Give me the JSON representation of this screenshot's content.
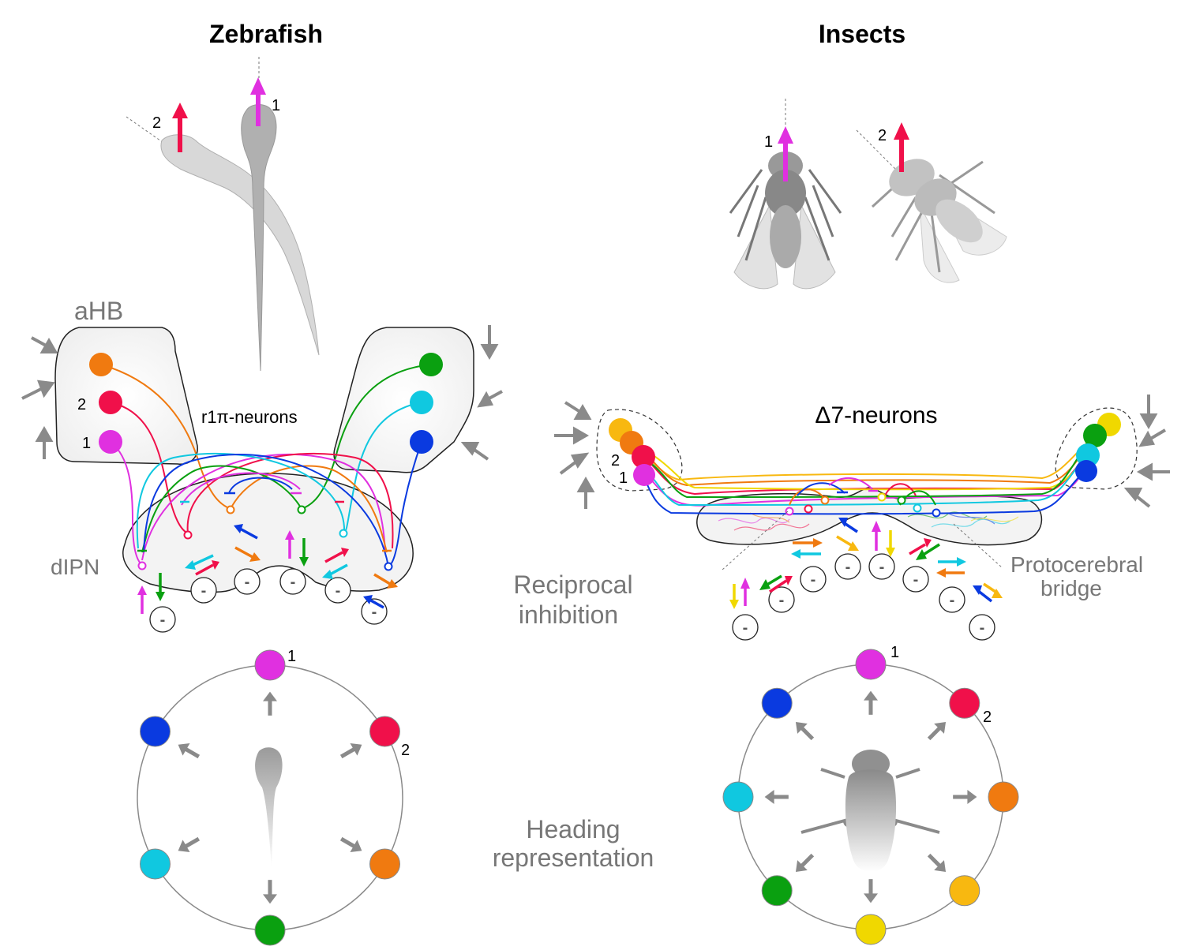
{
  "titles": {
    "left": "Zebrafish",
    "right": "Insects"
  },
  "labels": {
    "ahb": "aHB",
    "dipn": "dIPN",
    "r1pi": "r1π-neurons",
    "delta7": "Δ7-neurons",
    "pb_line1": "Protocerebral",
    "pb_line2": "bridge",
    "recip_line1": "Reciprocal",
    "recip_line2": "inhibition",
    "heading_line1": "Heading",
    "heading_line2": "representation",
    "num1": "1",
    "num2": "2",
    "minus": "-"
  },
  "colors": {
    "magenta": "#e030e0",
    "red": "#f0104a",
    "orange": "#f07a10",
    "blue": "#0a3ae0",
    "cyan": "#10c8e0",
    "green": "#0aa010",
    "yellow": "#f0d800",
    "amber": "#f8b810",
    "gray_arrow": "#8a8a8a"
  },
  "heading_circles": {
    "zebrafish": [
      "magenta",
      "red",
      "orange",
      "green",
      "cyan",
      "blue"
    ],
    "insects": [
      "magenta",
      "red",
      "orange",
      "amber",
      "yellow",
      "green",
      "cyan",
      "blue"
    ]
  },
  "animals": {
    "zebrafish_icon": "larval-zebrafish-icon",
    "insect_icon": "fly-icon"
  }
}
